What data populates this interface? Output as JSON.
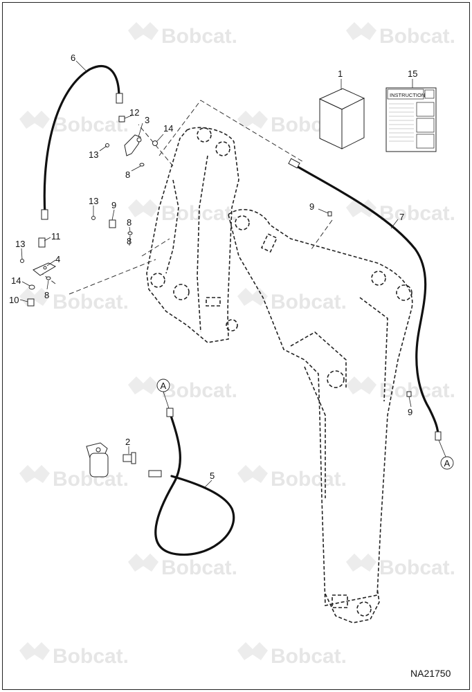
{
  "watermark": {
    "text": "Bobcat."
  },
  "drawing_id": "NA21750",
  "instructions_label": "INSTRUCTIONS",
  "ref_marker": "A",
  "callouts": {
    "c1": "1",
    "c15": "15",
    "c6": "6",
    "c12": "12",
    "c3": "3",
    "c14a": "14",
    "c13a": "13",
    "c8a": "8",
    "c13b": "13",
    "c9a": "9",
    "c8b": "8",
    "c13c": "13",
    "c11": "11",
    "c4": "4",
    "c14b": "14",
    "c8c": "8",
    "c10": "10",
    "c9b": "9",
    "c7": "7",
    "c9c": "9",
    "c2": "2",
    "c5": "5"
  }
}
